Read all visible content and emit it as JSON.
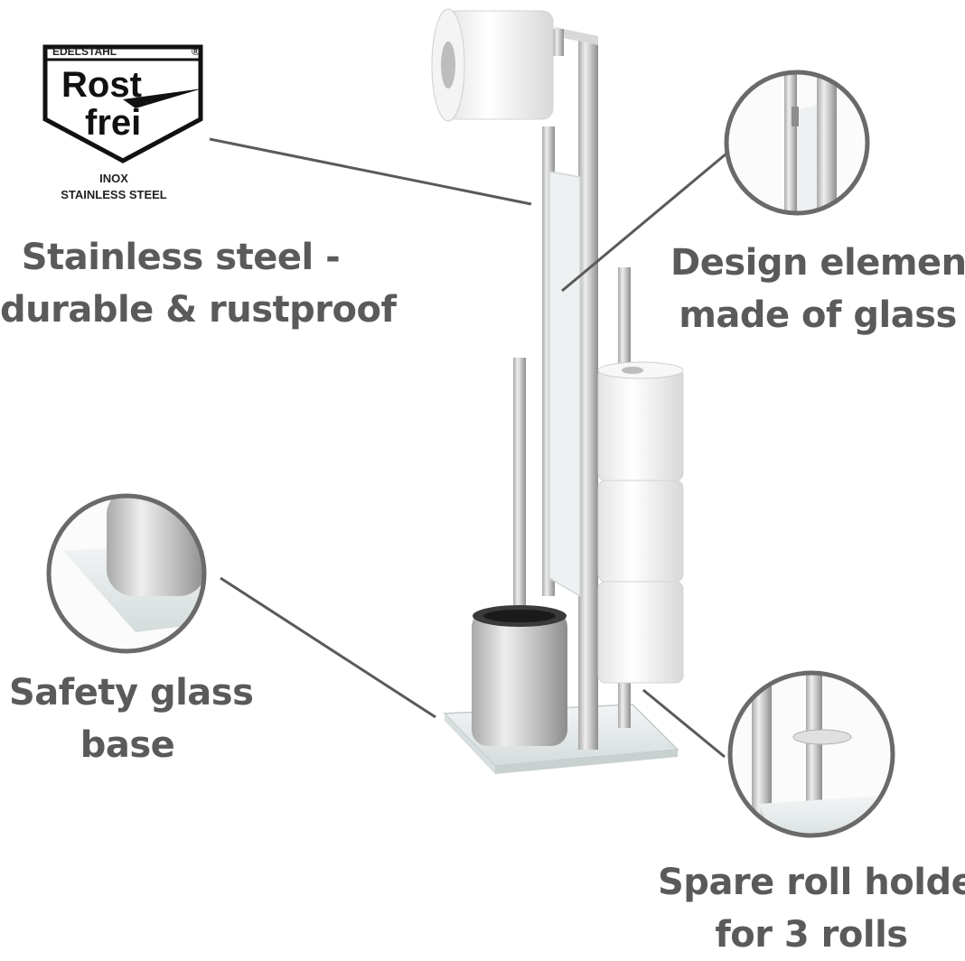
{
  "badge": {
    "top_label": "EDELSTAHL",
    "registered": "®",
    "line1": "Rost",
    "line2": "frei",
    "sub1": "INOX",
    "sub2": "STAINLESS STEEL"
  },
  "captions": {
    "steel": [
      "Stainless steel -",
      "durable & rustproof"
    ],
    "glass_element": [
      "Design element",
      "made of glass"
    ],
    "base": [
      "Safety glass",
      "base"
    ],
    "roll_holder": [
      "Spare roll holder",
      "for 3 rolls"
    ]
  },
  "colors": {
    "text": "#5a5a5a",
    "lines": "#5a5a5a",
    "steel": "#c9c9c9",
    "glass": "#e6ecec"
  }
}
